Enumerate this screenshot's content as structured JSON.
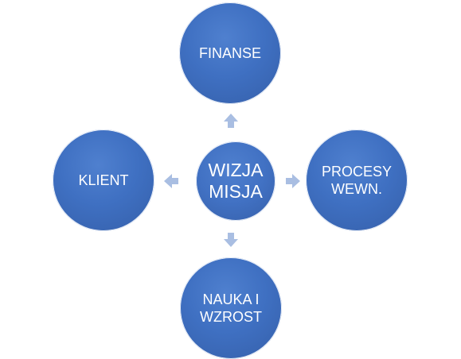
{
  "diagram": {
    "center": {
      "label": "WIZJA\nMISJA"
    },
    "nodes": {
      "top": "FINANSE",
      "right": "PROCESY\nWEWN.",
      "bottom": "NAUKA I\nWZROST",
      "left": "KLIENT"
    },
    "colors": {
      "node_fill": "#4472C4",
      "arrow_fill": "#A9BEE2",
      "text": "#FFFFFF"
    }
  }
}
